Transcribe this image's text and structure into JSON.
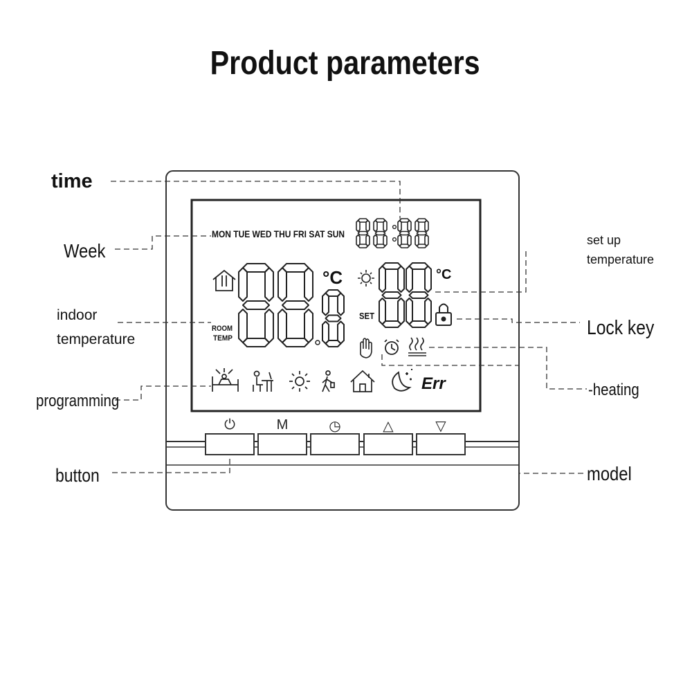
{
  "title": "Product parameters",
  "callouts": {
    "time": "time",
    "week": "Week",
    "indoor_line1": "indoor",
    "indoor_line2": "temperature",
    "programming": "programming",
    "button": "button",
    "setup_line1": "set up",
    "setup_line2": "temperature",
    "lock_key": "Lock key",
    "heating": "-heating",
    "model": "model"
  },
  "lcd": {
    "weekdays": "MON TUE WED THU FRI SAT SUN",
    "celsius": "°C",
    "room_line1": "ROOM",
    "room_line2": "TEMP",
    "set": "SET",
    "err": "Err"
  },
  "buttons": [
    {
      "symbol": "⏻",
      "icon": "power-icon"
    },
    {
      "symbol": "M",
      "icon": "mode-icon"
    },
    {
      "symbol": "◷",
      "icon": "clock-icon"
    },
    {
      "symbol": "△",
      "icon": "up-arrow-icon"
    },
    {
      "symbol": "▽",
      "icon": "down-arrow-icon"
    }
  ],
  "colors": {
    "line": "#222222",
    "background": "#ffffff"
  }
}
